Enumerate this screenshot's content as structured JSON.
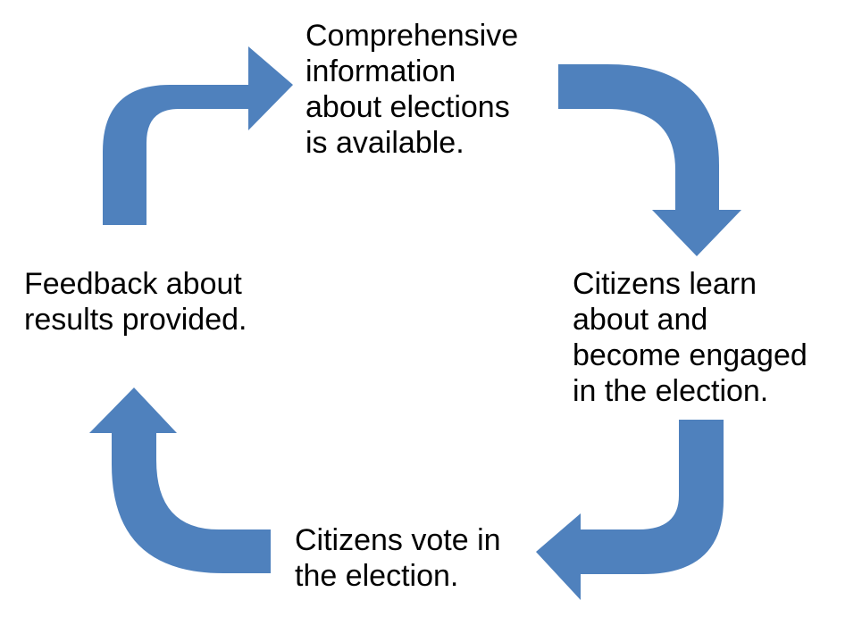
{
  "diagram": {
    "steps": [
      {
        "text": "Comprehensive\ninformation\nabout elections\nis available."
      },
      {
        "text": "Citizens learn\nabout and\nbecome engaged\nin the election."
      },
      {
        "text": "Citizens vote in\nthe election."
      },
      {
        "text": "Feedback about\nresults provided."
      }
    ],
    "arrow_color": "#4F81BD"
  }
}
